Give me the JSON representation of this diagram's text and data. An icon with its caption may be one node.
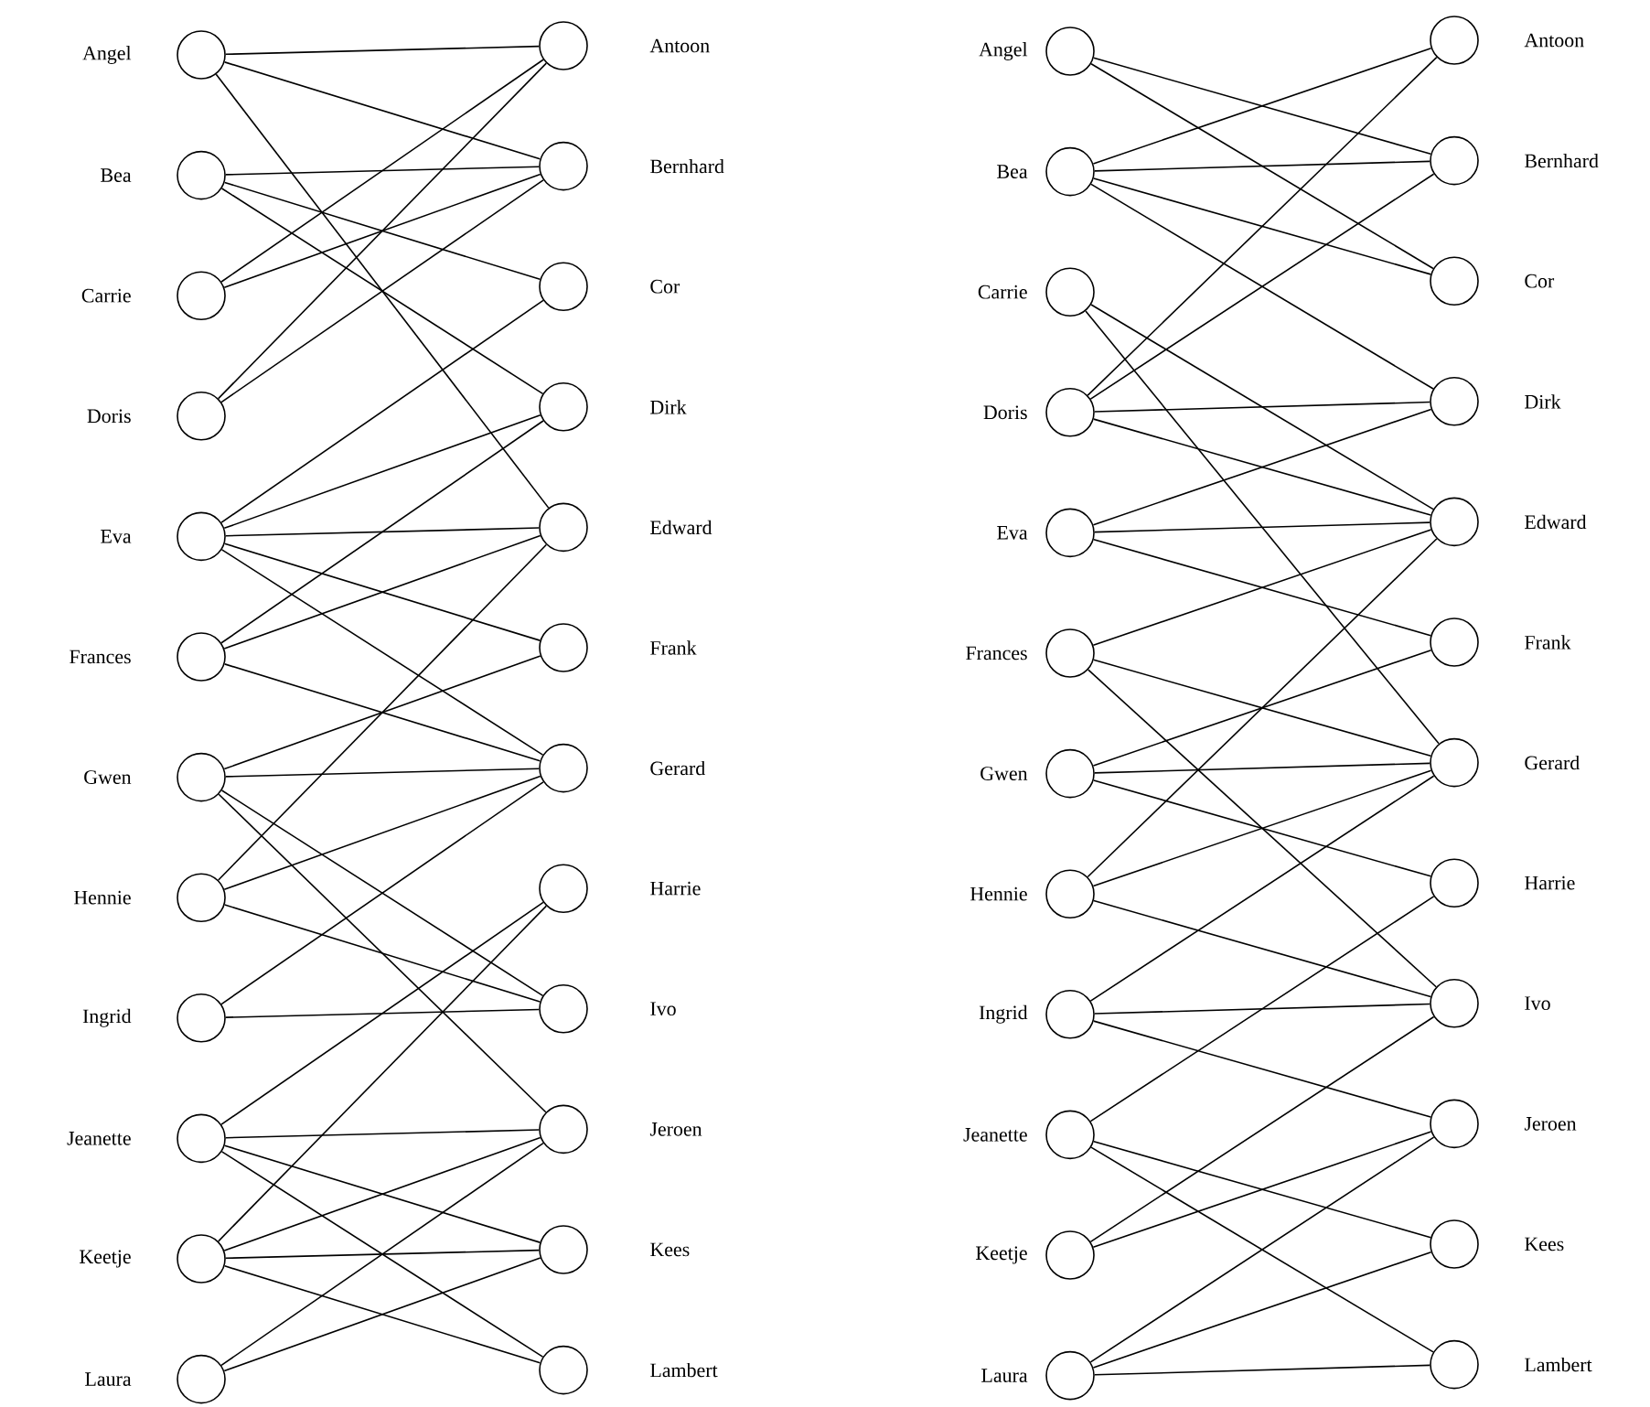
{
  "diagram": {
    "nodes": [
      {
        "text": [],
        "shape": "circle",
        "beside": [
          "Angel"
        ]
      },
      {
        "text": [],
        "shape": "circle",
        "beside": [
          "Bea"
        ]
      },
      {
        "text": [],
        "shape": "circle",
        "beside": [
          "Carrie"
        ]
      },
      {
        "text": [],
        "shape": "circle",
        "beside": [
          "Doris"
        ]
      },
      {
        "text": [],
        "shape": "circle",
        "beside": [
          "Eva"
        ]
      },
      {
        "text": [],
        "shape": "circle",
        "beside": [
          "Frances"
        ]
      },
      {
        "text": [],
        "shape": "circle",
        "beside": [
          "Gwen"
        ]
      },
      {
        "text": [],
        "shape": "circle",
        "beside": [
          "Hennie"
        ]
      },
      {
        "text": [],
        "shape": "circle",
        "beside": [
          "Ingrid"
        ]
      },
      {
        "text": [],
        "shape": "circle",
        "beside": [
          "Jeanette"
        ]
      },
      {
        "text": [],
        "shape": "circle",
        "beside": [
          "Keetje"
        ]
      },
      {
        "text": [],
        "shape": "circle",
        "beside": [
          "Laura"
        ]
      },
      {
        "text": [],
        "shape": "circle",
        "beside": [
          "Antoon"
        ]
      },
      {
        "text": [],
        "shape": "circle",
        "beside": [
          "Bernhard"
        ]
      },
      {
        "text": [],
        "shape": "circle",
        "beside": [
          "Cor"
        ]
      },
      {
        "text": [],
        "shape": "circle",
        "beside": [
          "Dirk"
        ]
      },
      {
        "text": [],
        "shape": "circle",
        "beside": [
          "Edward"
        ]
      },
      {
        "text": [],
        "shape": "circle",
        "beside": [
          "Frank"
        ]
      },
      {
        "text": [],
        "shape": "circle",
        "beside": [
          "Gerard"
        ]
      },
      {
        "text": [],
        "shape": "circle",
        "beside": [
          "Harrie"
        ]
      },
      {
        "text": [],
        "shape": "circle",
        "beside": [
          "Ivo"
        ]
      },
      {
        "text": [],
        "shape": "circle",
        "beside": [
          "Jeroen"
        ]
      },
      {
        "text": [],
        "shape": "circle",
        "beside": [
          "Kees"
        ]
      },
      {
        "text": [],
        "shape": "circle",
        "beside": [
          "Lambert"
        ]
      },
      {
        "text": [],
        "shape": "circle",
        "beside": [
          "Angel"
        ]
      },
      {
        "text": [],
        "shape": "circle",
        "beside": [
          "Bea"
        ]
      },
      {
        "text": [],
        "shape": "circle",
        "beside": [
          "Carrie"
        ]
      },
      {
        "text": [],
        "shape": "circle",
        "beside": [
          "Doris"
        ]
      },
      {
        "text": [],
        "shape": "circle",
        "beside": [
          "Eva"
        ]
      },
      {
        "text": [],
        "shape": "circle",
        "beside": [
          "Frances"
        ]
      },
      {
        "text": [],
        "shape": "circle",
        "beside": [
          "Gwen"
        ]
      },
      {
        "text": [],
        "shape": "circle",
        "beside": [
          "Hennie"
        ]
      },
      {
        "text": [],
        "shape": "circle",
        "beside": [
          "Ingrid"
        ]
      },
      {
        "text": [],
        "shape": "circle",
        "beside": [
          "Jeanette"
        ]
      },
      {
        "text": [],
        "shape": "circle",
        "beside": [
          "Keetje"
        ]
      },
      {
        "text": [],
        "shape": "circle",
        "beside": [
          "Laura"
        ]
      },
      {
        "text": [],
        "shape": "circle",
        "beside": [
          "Antoon"
        ]
      },
      {
        "text": [],
        "shape": "circle",
        "beside": [
          "Bernhard"
        ]
      },
      {
        "text": [],
        "shape": "circle",
        "beside": [
          "Cor"
        ]
      },
      {
        "text": [],
        "shape": "circle",
        "beside": [
          "Dirk"
        ]
      },
      {
        "text": [],
        "shape": "circle",
        "beside": [
          "Edward"
        ]
      },
      {
        "text": [],
        "shape": "circle",
        "beside": [
          "Frank"
        ]
      },
      {
        "text": [],
        "shape": "circle",
        "beside": [
          "Gerard"
        ]
      },
      {
        "text": [],
        "shape": "circle",
        "beside": [
          "Harrie"
        ]
      },
      {
        "text": [],
        "shape": "circle",
        "beside": [
          "Ivo"
        ]
      },
      {
        "text": [],
        "shape": "circle",
        "beside": [
          "Jeroen"
        ]
      },
      {
        "text": [],
        "shape": "circle",
        "beside": [
          "Kees"
        ]
      },
      {
        "text": [],
        "shape": "circle",
        "beside": [
          "Lambert"
        ]
      }
    ],
    "edges": [
      {
        "from": 0,
        "to": 12,
        "arrow": "none"
      },
      {
        "from": 0,
        "to": 13,
        "arrow": "none"
      },
      {
        "from": 0,
        "to": 16,
        "arrow": "none"
      },
      {
        "from": 1,
        "to": 13,
        "arrow": "none"
      },
      {
        "from": 1,
        "to": 14,
        "arrow": "none"
      },
      {
        "from": 1,
        "to": 15,
        "arrow": "none"
      },
      {
        "from": 2,
        "to": 12,
        "arrow": "none"
      },
      {
        "from": 2,
        "to": 13,
        "arrow": "none"
      },
      {
        "from": 3,
        "to": 12,
        "arrow": "none"
      },
      {
        "from": 3,
        "to": 13,
        "arrow": "none"
      },
      {
        "from": 4,
        "to": 14,
        "arrow": "none"
      },
      {
        "from": 4,
        "to": 15,
        "arrow": "none"
      },
      {
        "from": 4,
        "to": 16,
        "arrow": "none"
      },
      {
        "from": 4,
        "to": 17,
        "arrow": "none"
      },
      {
        "from": 4,
        "to": 18,
        "arrow": "none"
      },
      {
        "from": 5,
        "to": 15,
        "arrow": "none"
      },
      {
        "from": 5,
        "to": 16,
        "arrow": "none"
      },
      {
        "from": 5,
        "to": 18,
        "arrow": "none"
      },
      {
        "from": 6,
        "to": 17,
        "arrow": "none"
      },
      {
        "from": 6,
        "to": 18,
        "arrow": "none"
      },
      {
        "from": 6,
        "to": 20,
        "arrow": "none"
      },
      {
        "from": 6,
        "to": 21,
        "arrow": "none"
      },
      {
        "from": 7,
        "to": 16,
        "arrow": "none"
      },
      {
        "from": 7,
        "to": 18,
        "arrow": "none"
      },
      {
        "from": 7,
        "to": 20,
        "arrow": "none"
      },
      {
        "from": 8,
        "to": 18,
        "arrow": "none"
      },
      {
        "from": 8,
        "to": 20,
        "arrow": "none"
      },
      {
        "from": 9,
        "to": 19,
        "arrow": "none"
      },
      {
        "from": 9,
        "to": 21,
        "arrow": "none"
      },
      {
        "from": 9,
        "to": 22,
        "arrow": "none"
      },
      {
        "from": 9,
        "to": 23,
        "arrow": "none"
      },
      {
        "from": 10,
        "to": 19,
        "arrow": "none"
      },
      {
        "from": 10,
        "to": 21,
        "arrow": "none"
      },
      {
        "from": 10,
        "to": 22,
        "arrow": "none"
      },
      {
        "from": 10,
        "to": 23,
        "arrow": "none"
      },
      {
        "from": 11,
        "to": 21,
        "arrow": "none"
      },
      {
        "from": 11,
        "to": 22,
        "arrow": "none"
      },
      {
        "from": 24,
        "to": 37,
        "arrow": "none"
      },
      {
        "from": 24,
        "to": 38,
        "arrow": "none"
      },
      {
        "from": 25,
        "to": 36,
        "arrow": "none"
      },
      {
        "from": 25,
        "to": 37,
        "arrow": "none"
      },
      {
        "from": 25,
        "to": 38,
        "arrow": "none"
      },
      {
        "from": 25,
        "to": 39,
        "arrow": "none"
      },
      {
        "from": 26,
        "to": 40,
        "arrow": "none"
      },
      {
        "from": 26,
        "to": 42,
        "arrow": "none"
      },
      {
        "from": 27,
        "to": 36,
        "arrow": "none"
      },
      {
        "from": 27,
        "to": 37,
        "arrow": "none"
      },
      {
        "from": 27,
        "to": 39,
        "arrow": "none"
      },
      {
        "from": 27,
        "to": 40,
        "arrow": "none"
      },
      {
        "from": 28,
        "to": 39,
        "arrow": "none"
      },
      {
        "from": 28,
        "to": 40,
        "arrow": "none"
      },
      {
        "from": 28,
        "to": 41,
        "arrow": "none"
      },
      {
        "from": 29,
        "to": 40,
        "arrow": "none"
      },
      {
        "from": 29,
        "to": 42,
        "arrow": "none"
      },
      {
        "from": 29,
        "to": 44,
        "arrow": "none"
      },
      {
        "from": 30,
        "to": 41,
        "arrow": "none"
      },
      {
        "from": 30,
        "to": 42,
        "arrow": "none"
      },
      {
        "from": 30,
        "to": 43,
        "arrow": "none"
      },
      {
        "from": 31,
        "to": 40,
        "arrow": "none"
      },
      {
        "from": 31,
        "to": 42,
        "arrow": "none"
      },
      {
        "from": 31,
        "to": 44,
        "arrow": "none"
      },
      {
        "from": 32,
        "to": 42,
        "arrow": "none"
      },
      {
        "from": 32,
        "to": 44,
        "arrow": "none"
      },
      {
        "from": 32,
        "to": 45,
        "arrow": "none"
      },
      {
        "from": 33,
        "to": 43,
        "arrow": "none"
      },
      {
        "from": 33,
        "to": 46,
        "arrow": "none"
      },
      {
        "from": 33,
        "to": 47,
        "arrow": "none"
      },
      {
        "from": 34,
        "to": 44,
        "arrow": "none"
      },
      {
        "from": 34,
        "to": 45,
        "arrow": "none"
      },
      {
        "from": 35,
        "to": 45,
        "arrow": "none"
      },
      {
        "from": 35,
        "to": 46,
        "arrow": "none"
      },
      {
        "from": 35,
        "to": 47,
        "arrow": "none"
      }
    ]
  }
}
